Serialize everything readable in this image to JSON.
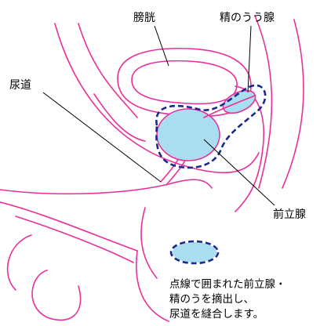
{
  "labels": {
    "bladder": "膀胱",
    "seminal_vesicle": "精のうう腺",
    "urethra": "尿道",
    "prostate": "前立腺"
  },
  "note_lines": [
    "点線で囲まれた前立腺・",
    "精のうを摘出し、",
    "尿道を縫合します。"
  ],
  "colors": {
    "organ_line": "#e8309a",
    "gland_fill": "#a9def0",
    "dashed_outline": "#1c2a8c",
    "text": "#000000"
  }
}
